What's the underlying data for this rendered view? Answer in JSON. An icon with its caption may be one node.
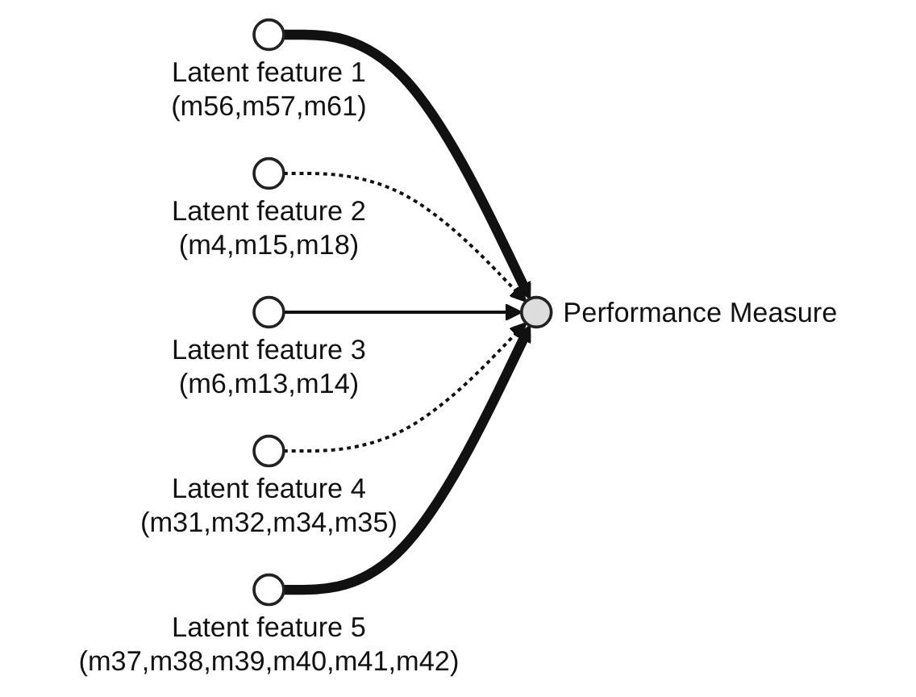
{
  "diagram": {
    "nodes": [
      {
        "text": [],
        "shape": "circle",
        "beside": [
          "Performance Measure"
        ]
      },
      {
        "text": [],
        "shape": "circle",
        "beside": [
          "Latent feature 1",
          "(m56,m57,m61)"
        ]
      },
      {
        "text": [],
        "shape": "circle",
        "beside": [
          "Latent feature 2",
          "(m4,m15,m18)"
        ]
      },
      {
        "text": [],
        "shape": "circle",
        "beside": [
          "Latent feature 3",
          "(m6,m13,m14)"
        ]
      },
      {
        "text": [],
        "shape": "circle",
        "beside": [
          "Latent feature 4",
          "(m31,m32,m34,m35)"
        ]
      },
      {
        "text": [],
        "shape": "circle",
        "beside": [
          "Latent feature 5",
          "(m37,m38,m39,m40,m41,m42)"
        ]
      }
    ],
    "edges": [
      {
        "from": 1,
        "to": 0,
        "arrow": "to",
        "style": "thick"
      },
      {
        "from": 2,
        "to": 0,
        "arrow": "to",
        "style": "dashed"
      },
      {
        "from": 3,
        "to": 0,
        "arrow": "to"
      },
      {
        "from": 4,
        "to": 0,
        "arrow": "to",
        "style": "dashed"
      },
      {
        "from": 5,
        "to": 0,
        "arrow": "to",
        "style": "thick"
      }
    ]
  }
}
